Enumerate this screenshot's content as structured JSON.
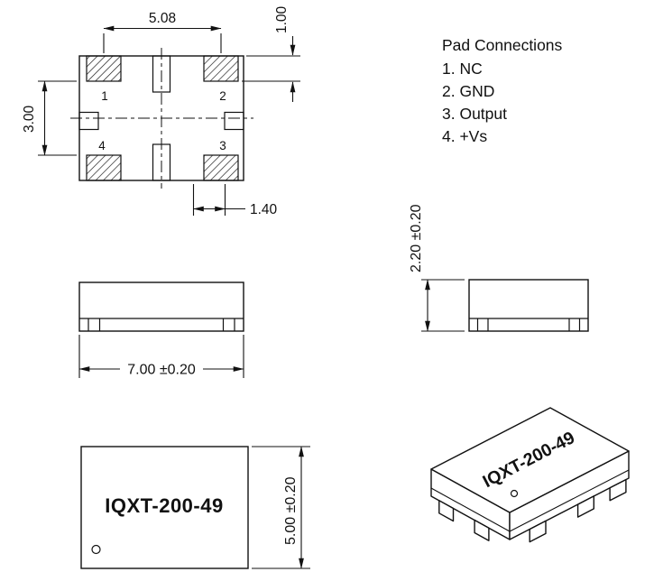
{
  "drawing": {
    "part_number": "IQXT-200-49",
    "pad_connections": {
      "title": "Pad Connections",
      "items": [
        "1. NC",
        "2. GND",
        "3. Output",
        "4. +Vs"
      ]
    },
    "top_view": {
      "pad_numbers": [
        "1",
        "2",
        "3",
        "4"
      ],
      "dim_pad_pitch": "5.08",
      "dim_pad_height": "1.00",
      "dim_pad_gap": "3.00",
      "dim_pad_width": "1.40"
    },
    "side_view": {
      "dim_length": "7.00 ±0.20"
    },
    "end_view": {
      "dim_height": "2.20 ±0.20"
    },
    "front_view": {
      "dim_width": "5.00 ±0.20"
    },
    "colors": {
      "ink": "#111111",
      "background": "#ffffff"
    }
  }
}
